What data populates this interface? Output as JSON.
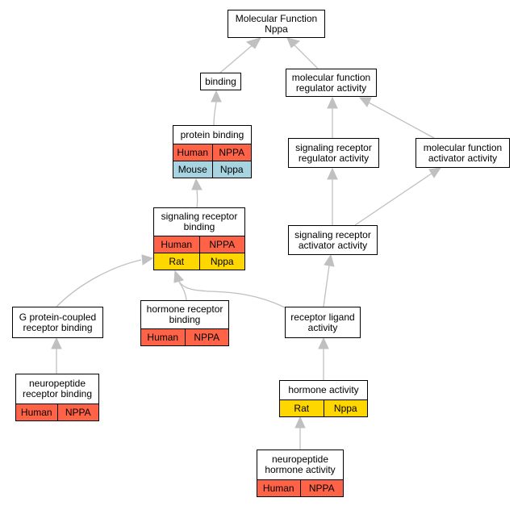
{
  "nodes": {
    "mf": {
      "line1": "Molecular Function",
      "line2": "Nppa"
    },
    "binding": {
      "line1": "binding"
    },
    "mfra": {
      "line1": "molecular function",
      "line2": "regulator activity"
    },
    "pb": {
      "line1": "protein binding",
      "rows": [
        {
          "species": "Human",
          "gene": "NPPA",
          "color": "#ff6347"
        },
        {
          "species": "Mouse",
          "gene": "Nppa",
          "color": "#a7d4e0"
        }
      ]
    },
    "srra": {
      "line1": "signaling receptor",
      "line2": "regulator activity"
    },
    "mfaa": {
      "line1": "molecular function",
      "line2": "activator activity"
    },
    "srb": {
      "line1": "signaling receptor",
      "line2": "binding",
      "rows": [
        {
          "species": "Human",
          "gene": "NPPA",
          "color": "#ff6347"
        },
        {
          "species": "Rat",
          "gene": "Nppa",
          "color": "#ffd700"
        }
      ]
    },
    "sraa": {
      "line1": "signaling receptor",
      "line2": "activator activity"
    },
    "gpcrb": {
      "line1": "G protein-coupled",
      "line2": "receptor binding"
    },
    "hrb": {
      "line1": "hormone receptor",
      "line2": "binding",
      "rows": [
        {
          "species": "Human",
          "gene": "NPPA",
          "color": "#ff6347"
        }
      ]
    },
    "rla": {
      "line1": "receptor ligand",
      "line2": "activity"
    },
    "nprb": {
      "line1": "neuropeptide",
      "line2": "receptor binding",
      "rows": [
        {
          "species": "Human",
          "gene": "NPPA",
          "color": "#ff6347"
        }
      ]
    },
    "ha": {
      "line1": "hormone activity",
      "rows": [
        {
          "species": "Rat",
          "gene": "Nppa",
          "color": "#ffd700"
        }
      ]
    },
    "nha": {
      "line1": "neuropeptide",
      "line2": "hormone activity",
      "rows": [
        {
          "species": "Human",
          "gene": "NPPA",
          "color": "#ff6347"
        }
      ]
    }
  },
  "edges": [
    {
      "from": "binding",
      "to": "mf"
    },
    {
      "from": "mfra",
      "to": "mf"
    },
    {
      "from": "pb",
      "to": "binding"
    },
    {
      "from": "srra",
      "to": "mfra"
    },
    {
      "from": "mfaa",
      "to": "mfra"
    },
    {
      "from": "srb",
      "to": "pb"
    },
    {
      "from": "sraa",
      "to": "srra"
    },
    {
      "from": "sraa",
      "to": "mfaa"
    },
    {
      "from": "gpcrb",
      "to": "srb"
    },
    {
      "from": "hrb",
      "to": "srb"
    },
    {
      "from": "rla",
      "to": "srb"
    },
    {
      "from": "rla",
      "to": "sraa"
    },
    {
      "from": "nprb",
      "to": "gpcrb"
    },
    {
      "from": "ha",
      "to": "rla"
    },
    {
      "from": "nha",
      "to": "ha"
    }
  ],
  "colors": {
    "edge": "#c0c0c0",
    "border": "#000000"
  }
}
